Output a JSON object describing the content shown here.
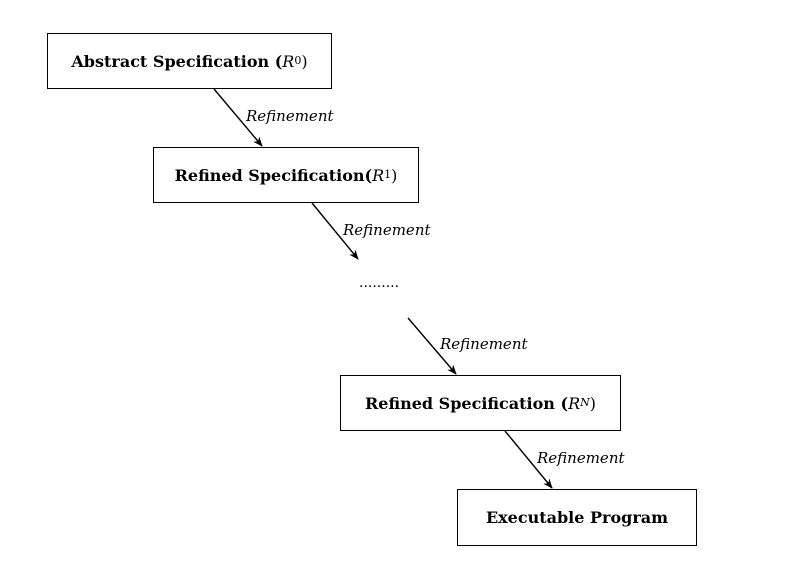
{
  "nodes": {
    "abstract": {
      "label": "Abstract Specification (",
      "var": "R",
      "sub": "0",
      "close": ")"
    },
    "refined1": {
      "label": "Refined Specification(",
      "var": "R",
      "sub": "1",
      "close": ")"
    },
    "ellipsis": ".........",
    "refinedN": {
      "label": "Refined Specification (",
      "var": "R",
      "sub": "N",
      "close": ")"
    },
    "program": {
      "label": "Executable Program"
    }
  },
  "edges": [
    {
      "label": "Refinement"
    },
    {
      "label": "Refinement"
    },
    {
      "label": "Refinement"
    },
    {
      "label": "Refinement"
    }
  ]
}
